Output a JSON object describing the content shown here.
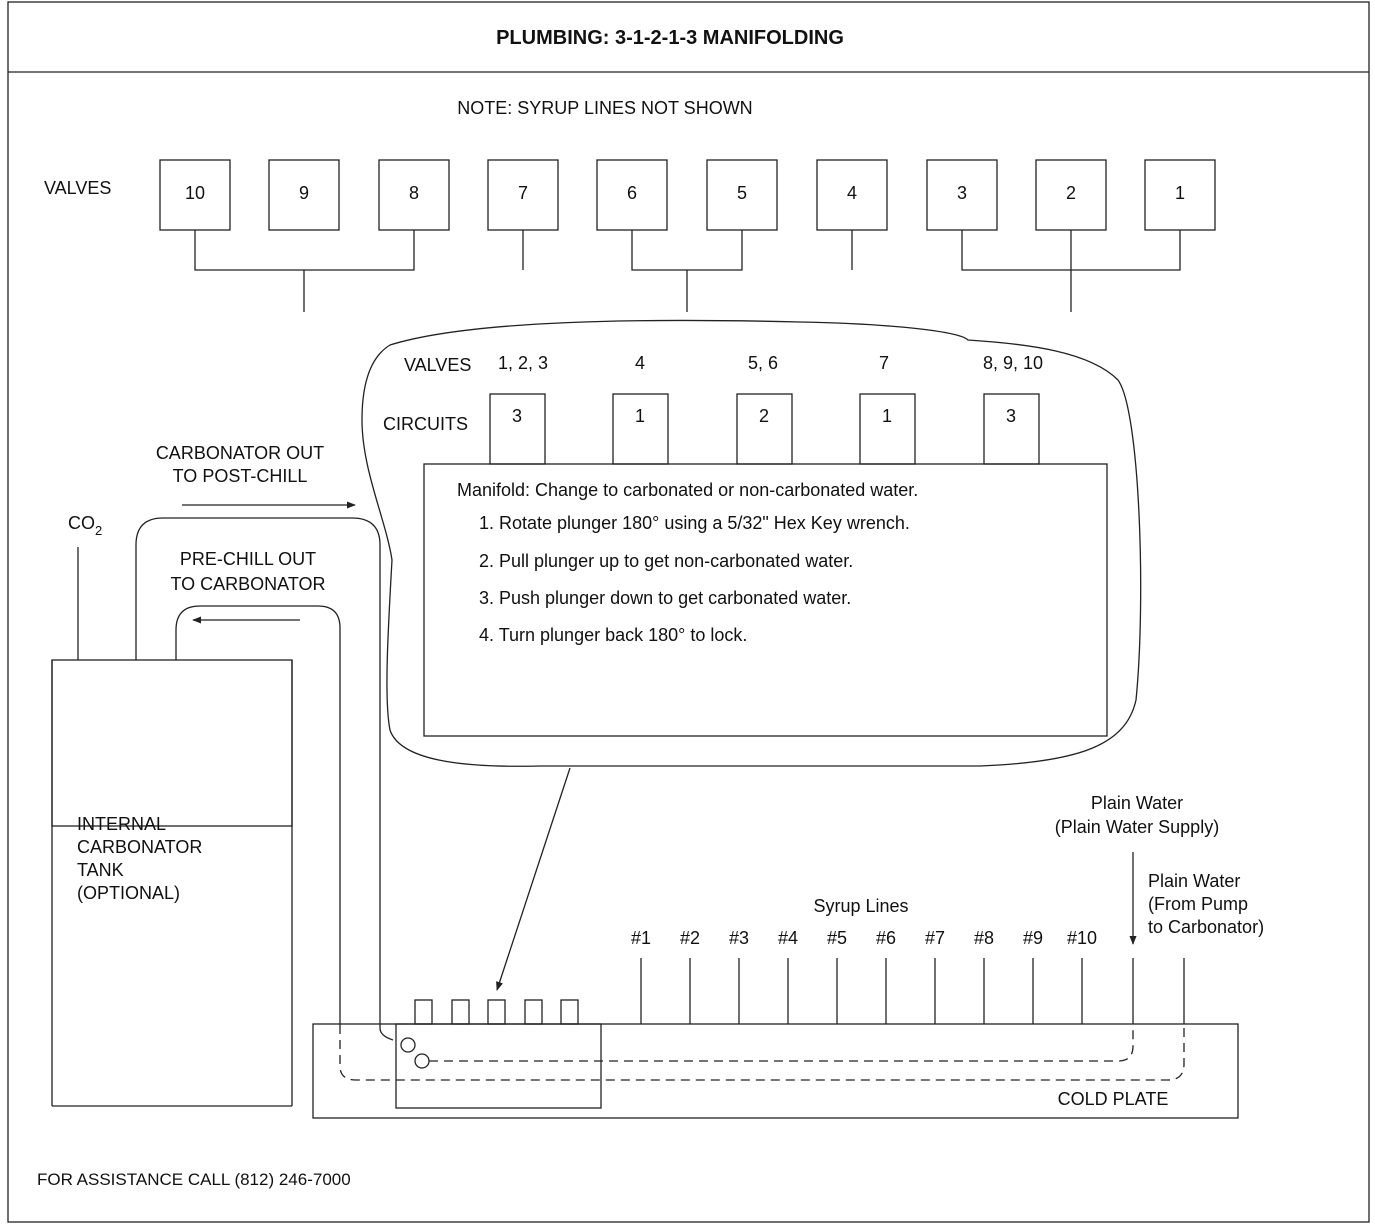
{
  "title": "PLUMBING: 3-1-2-1-3 MANIFOLDING",
  "note": "NOTE: SYRUP LINES NOT SHOWN",
  "valves_label": "VALVES",
  "valve_numbers": [
    "10",
    "9",
    "8",
    "7",
    "6",
    "5",
    "4",
    "3",
    "2",
    "1"
  ],
  "zoom": {
    "valves_label": "VALVES",
    "circuits_label": "CIRCUITS",
    "valve_groups": [
      "1, 2, 3",
      "4",
      "5, 6",
      "7",
      "8, 9, 10"
    ],
    "circuits": [
      "3",
      "1",
      "2",
      "1",
      "3"
    ]
  },
  "manifold": {
    "heading": "Manifold: Change to carbonated or non-carbonated water.",
    "steps": [
      "1. Rotate plunger 180° using a 5/32\" Hex Key wrench.",
      "2. Pull plunger up to get non-carbonated water.",
      "3. Push plunger down to get carbonated water.",
      "4. Turn plunger back 180° to lock."
    ]
  },
  "carbonator_out": [
    "CARBONATOR OUT",
    "TO POST-CHILL"
  ],
  "prechill_out": [
    "PRE-CHILL OUT",
    "TO CARBONATOR"
  ],
  "co2": {
    "base": "CO",
    "sub": "2"
  },
  "tank": [
    "INTERNAL",
    "CARBONATOR",
    "TANK",
    "(OPTIONAL)"
  ],
  "plain_water_supply": [
    "Plain Water",
    "(Plain Water Supply)"
  ],
  "plain_water_pump": [
    "Plain Water",
    "(From Pump",
    "to Carbonator)"
  ],
  "syrup_lines_label": "Syrup Lines",
  "syrup_numbers": [
    "#1",
    "#2",
    "#3",
    "#4",
    "#5",
    "#6",
    "#7",
    "#8",
    "#9",
    "#10"
  ],
  "cold_plate": "COLD PLATE",
  "footer": "FOR ASSISTANCE CALL (812) 246-7000"
}
